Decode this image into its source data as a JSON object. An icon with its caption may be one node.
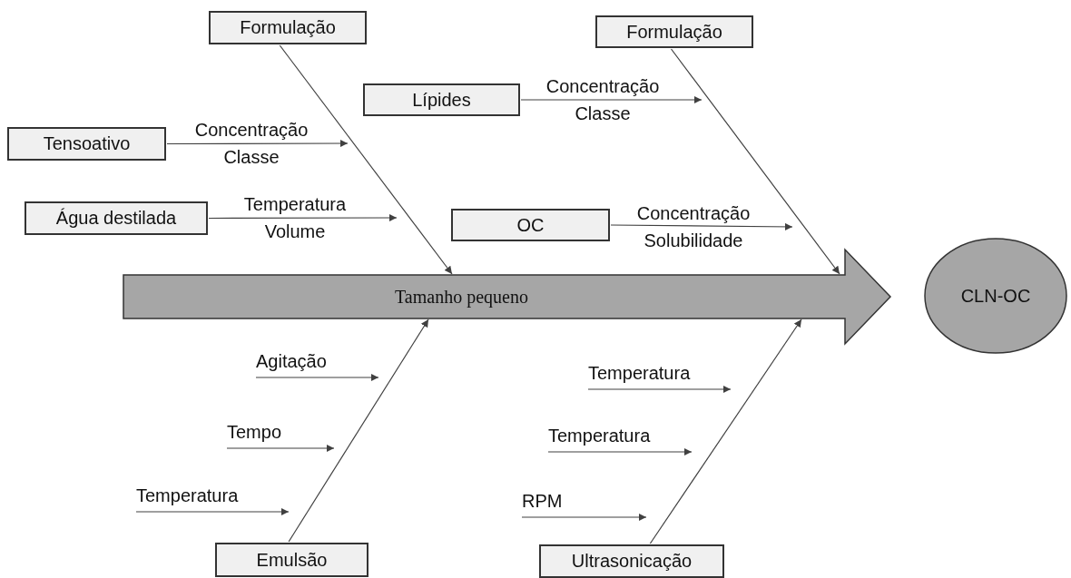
{
  "diagram": {
    "nodes": [
      {
        "text": [
          "Formulação"
        ]
      },
      {
        "text": [
          "Formulação"
        ]
      },
      {
        "text": [
          "Tensoativo"
        ]
      },
      {
        "text": [
          "Lípides"
        ]
      },
      {
        "text": [
          "Água destilada"
        ]
      },
      {
        "text": [
          "OC"
        ]
      },
      {
        "text": [
          "Tamanho pequeno"
        ]
      },
      {
        "text": [
          "CLN-OC"
        ]
      },
      {
        "text": [
          "Emulsão"
        ]
      },
      {
        "text": [
          "Ultrasonicação"
        ]
      },
      {
        "text": [
          "Agitação"
        ]
      },
      {
        "text": [
          "Tempo"
        ]
      },
      {
        "text": [
          "Temperatura"
        ]
      },
      {
        "text": [
          "Temperatura"
        ]
      },
      {
        "text": [
          "Temperatura"
        ]
      },
      {
        "text": [
          "RPM"
        ]
      }
    ],
    "edges": [
      {
        "from": 0,
        "to": 6,
        "arrow": "to"
      },
      {
        "from": 2,
        "to": null,
        "arrow": "to",
        "label": "Concentração Classe"
      },
      {
        "from": 4,
        "to": null,
        "arrow": "to",
        "label": "Temperatura Volume"
      },
      {
        "from": 1,
        "to": 6,
        "arrow": "to"
      },
      {
        "from": 3,
        "to": null,
        "arrow": "to",
        "label": "Concentração Classe"
      },
      {
        "from": 5,
        "to": null,
        "arrow": "to",
        "label": "Concentração Solubilidade"
      },
      {
        "from": 8,
        "to": 6,
        "arrow": "to"
      },
      {
        "from": 10,
        "to": null,
        "arrow": "to"
      },
      {
        "from": 11,
        "to": null,
        "arrow": "to"
      },
      {
        "from": 12,
        "to": null,
        "arrow": "to"
      },
      {
        "from": 9,
        "to": 6,
        "arrow": "to"
      },
      {
        "from": 13,
        "to": null,
        "arrow": "to"
      },
      {
        "from": 14,
        "to": null,
        "arrow": "to"
      },
      {
        "from": 15,
        "to": null,
        "arrow": "to"
      }
    ]
  }
}
